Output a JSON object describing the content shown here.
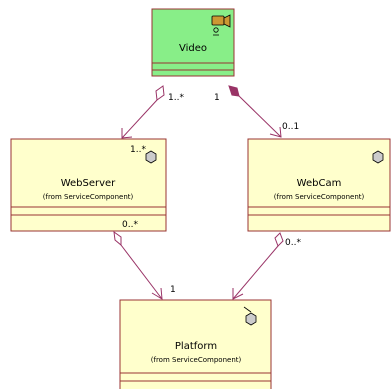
{
  "colors": {
    "video_fill": "#88ee88",
    "component_fill": "#ffffcc",
    "border": "#993333",
    "connector": "#993366",
    "text": "#000000"
  },
  "classes": {
    "video": {
      "name": "Video",
      "icon": "camera-icon"
    },
    "webserver": {
      "name": "WebServer",
      "from": "(from ServiceComponent)",
      "icon": "hexagon-component-icon"
    },
    "webcam": {
      "name": "WebCam",
      "from": "(from ServiceComponent)",
      "icon": "hexagon-component-icon"
    },
    "platform": {
      "name": "Platform",
      "from": "(from ServiceComponent)",
      "icon": "hexagon-component-icon"
    }
  },
  "associations": {
    "video_webserver": {
      "kind": "aggregation",
      "source_multiplicity": "1..*",
      "target_multiplicity": "1..*"
    },
    "video_webcam": {
      "kind": "composition",
      "source_multiplicity": "1",
      "target_multiplicity": "0..1"
    },
    "webserver_platform": {
      "kind": "aggregation",
      "source_multiplicity": "0..*",
      "target_multiplicity": "1"
    },
    "webcam_platform": {
      "kind": "aggregation",
      "source_multiplicity": "0..*",
      "target_multiplicity": ""
    }
  }
}
